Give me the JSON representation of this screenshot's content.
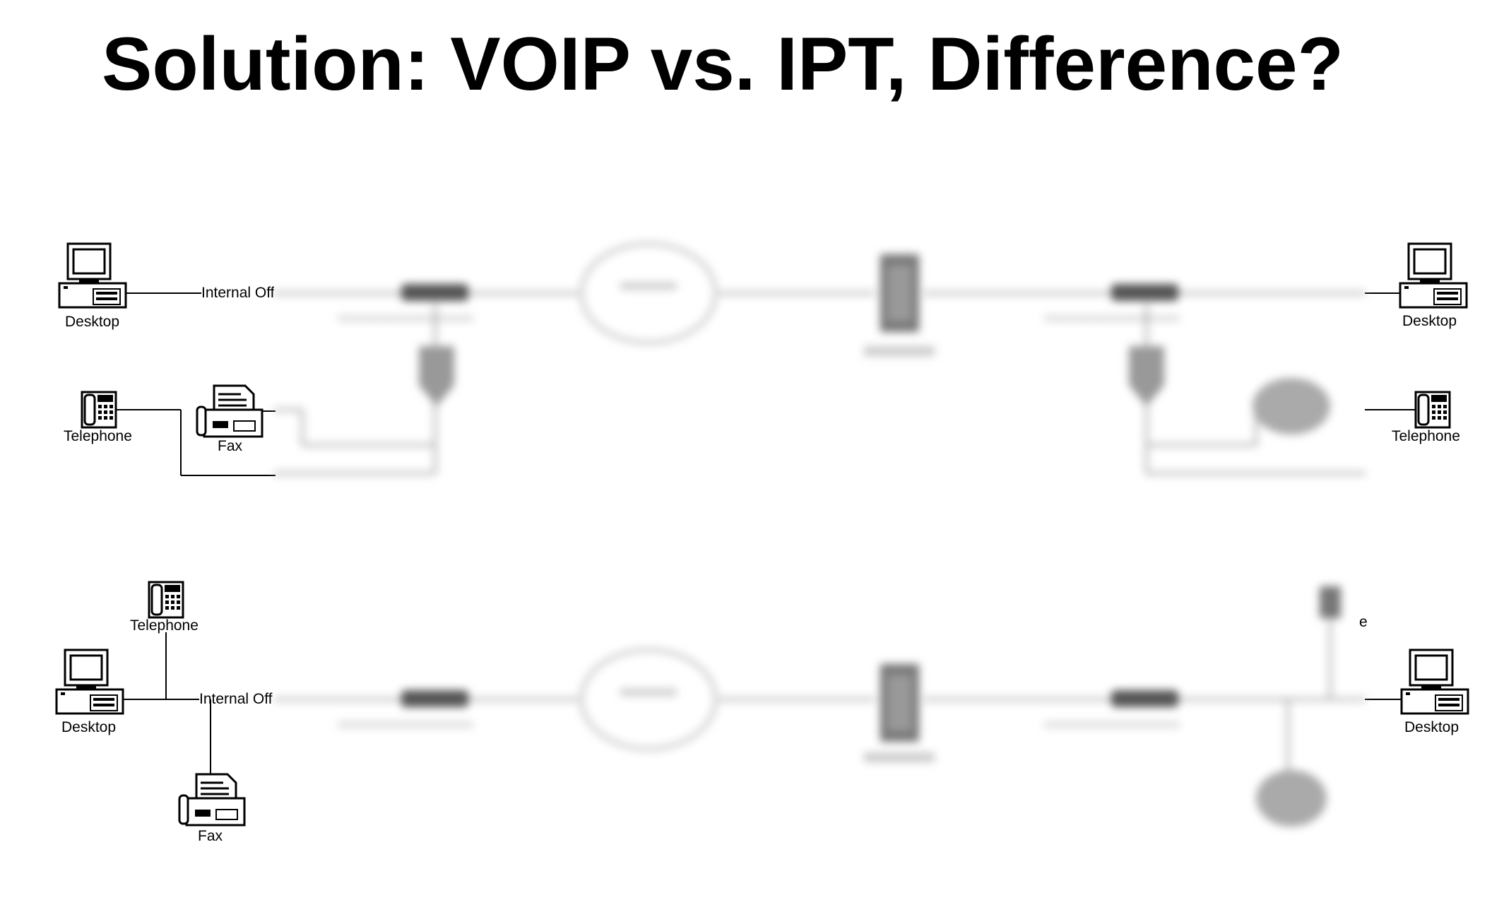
{
  "title": "Solution: VOIP vs. IPT, Difference?",
  "top_diagram": {
    "left": {
      "desktop_label": "Desktop",
      "link_label": "Internal Off",
      "telephone_label": "Telephone",
      "fax_label": "Fax"
    },
    "right": {
      "desktop_label": "Desktop",
      "telephone_label": "Telephone"
    }
  },
  "bottom_diagram": {
    "left": {
      "telephone_label": "Telephone",
      "desktop_label": "Desktop",
      "link_label": "Internal Off",
      "fax_label": "Fax"
    },
    "right": {
      "telephone_label_fragment": "e",
      "desktop_label": "Desktop"
    }
  },
  "icons": [
    "desktop-icon",
    "telephone-icon",
    "fax-icon",
    "router-icon",
    "cloud-icon",
    "server-icon",
    "pbx-icon"
  ]
}
